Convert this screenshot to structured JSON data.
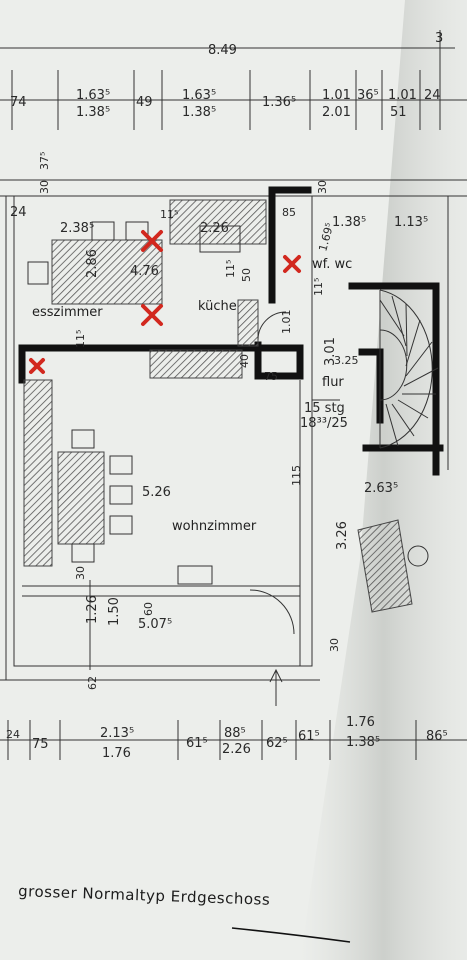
{
  "title": "grosser Normaltyp Erdgeschoss",
  "rooms": {
    "esszimmer": "esszimmer",
    "kueche": "küche",
    "wc": "wf. wc",
    "flur": "flur",
    "wohnzimmer": "wohnzimmer",
    "stairs": "15 stg",
    "stairs_ratio": "18³³/25"
  },
  "dimensions_top": {
    "overall": "8.49",
    "a": "74",
    "b_top": "1.63⁵",
    "b_bot": "1.38⁵",
    "c": "49",
    "d_top": "1.63⁵",
    "d_bot": "1.38⁵",
    "e": "1.36⁵",
    "f_top": "1.01",
    "f_bot": "2.01",
    "g": "36⁵",
    "h_top": "1.01",
    "h_bot": "51",
    "i": "24",
    "j": "3"
  },
  "dimensions_inner": {
    "k1": "30",
    "k2": "37⁵",
    "k3": "24",
    "k4": "2.38⁵",
    "k5": "11⁵",
    "k6": "2.26",
    "k7": "85",
    "k8": "1.38⁵",
    "k9": "1.13⁵",
    "k10": "30",
    "k11": "1.69⁵",
    "k12": "2.86",
    "k13": "4.76",
    "k14": "11⁵",
    "k15": "50",
    "k16": "1.01",
    "k17": "3.01",
    "k18": "3.25",
    "k19": "75",
    "k20": "11⁵",
    "k21": "11⁵",
    "k22": "5.26",
    "k23": "2.63⁵",
    "k24": "3.26",
    "k25": "30",
    "k26": "1.26",
    "k27": "1.50",
    "k28": "5.07⁵",
    "k29": "62",
    "k30": "30",
    "k31": "60",
    "k32": "40",
    "k33": "115"
  },
  "dimensions_bottom": {
    "a": "24",
    "b": "75",
    "c_top": "2.13⁵",
    "c_bot": "1.76",
    "d": "61⁵",
    "e_top": "88⁵",
    "e_bot": "2.26",
    "f": "62⁵",
    "g": "61⁵",
    "h_top": "1.76",
    "h_bot": "1.38⁵",
    "i": "86⁵"
  }
}
